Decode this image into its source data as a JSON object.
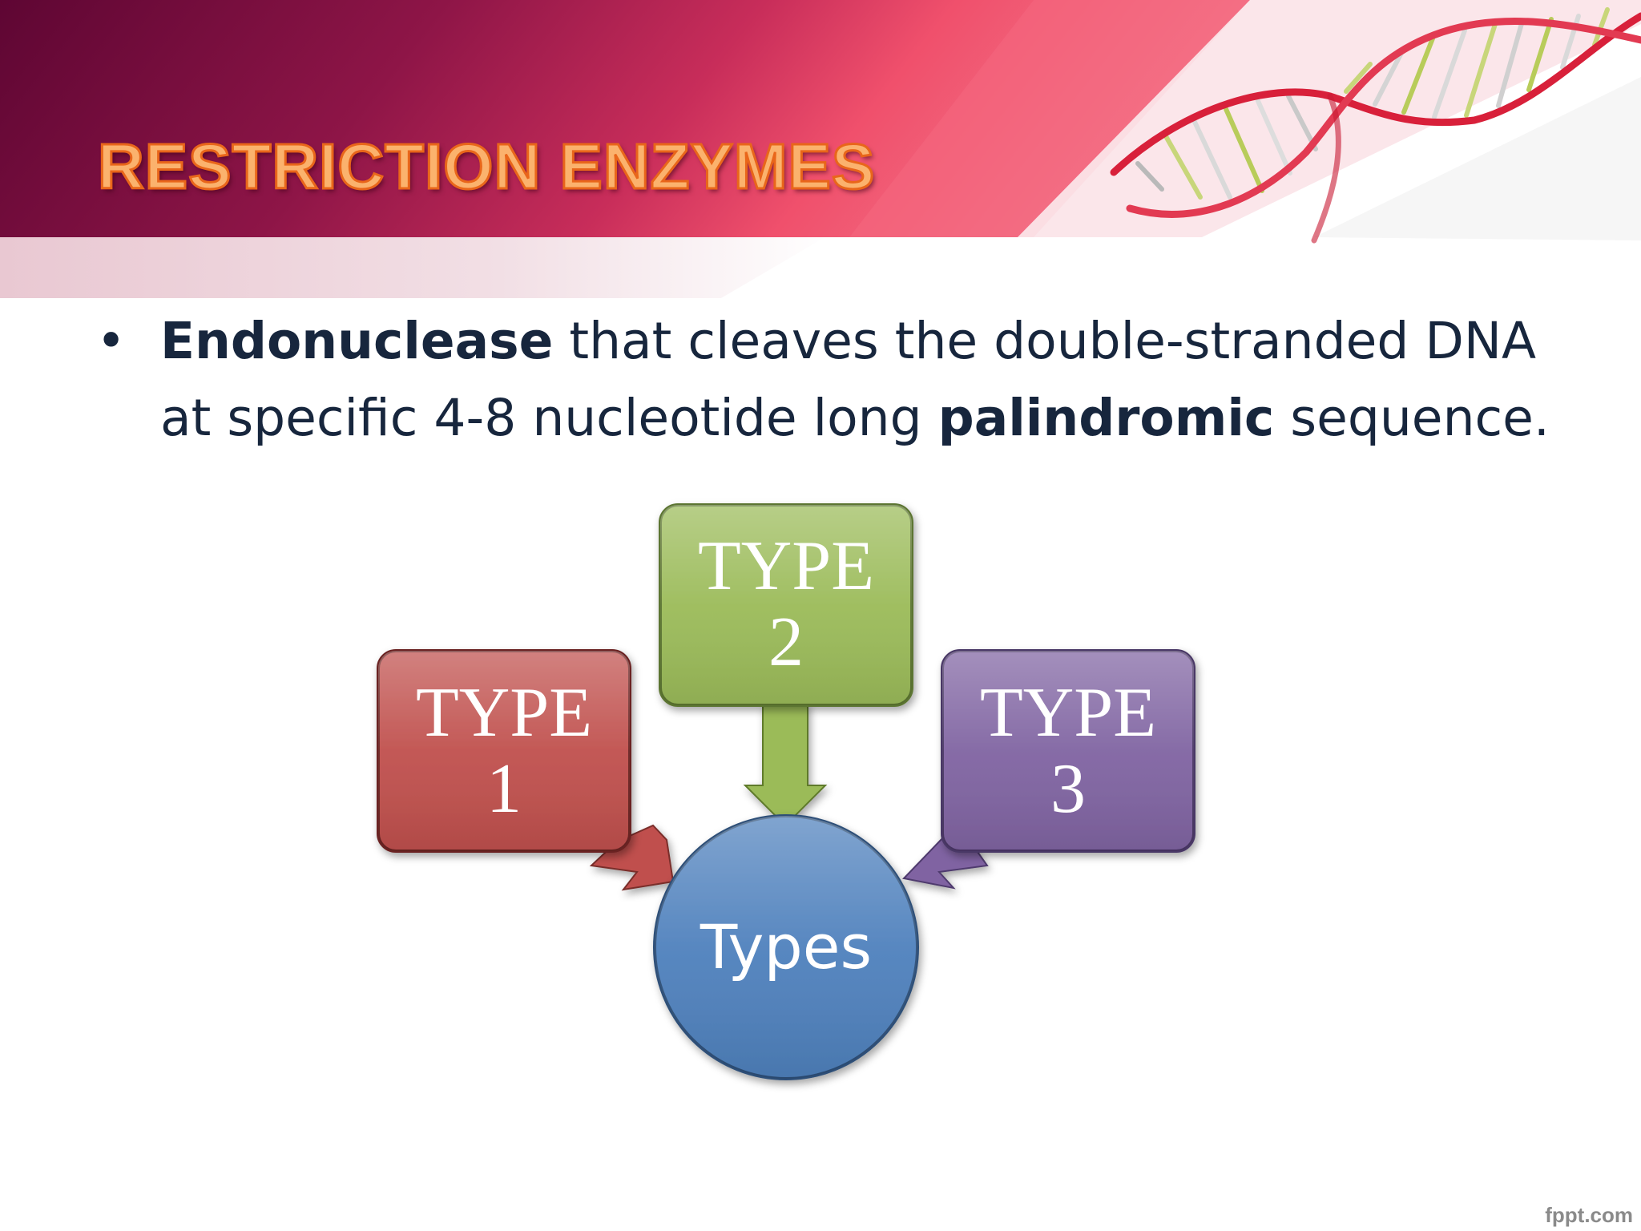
{
  "slide": {
    "title": "RESTRICTION ENZYMES",
    "bullet": {
      "term": "Endonuclease",
      "text_1": " that cleaves the double-stranded DNA at specific 4-8 nucleotide long ",
      "term_2": "palindromic",
      "text_2": " sequence."
    },
    "diagram": {
      "center": "Types",
      "boxes": [
        {
          "line1": "TYPE",
          "line2": "1",
          "color": "#c0504d"
        },
        {
          "line1": "TYPE",
          "line2": "2",
          "color": "#9bbb59"
        },
        {
          "line1": "TYPE",
          "line2": "3",
          "color": "#8064a2"
        }
      ],
      "center_color": "#4f81bd"
    },
    "footer_brand": "fppt.com"
  },
  "colors": {
    "header_dark": "#5e0633",
    "header_light": "#f0506c",
    "title_fill": "#fbb26d",
    "title_outline": "#e9661a",
    "body_text": "#17263d"
  },
  "icons": [
    "dna-helix-icon",
    "bullet-dot-icon"
  ]
}
